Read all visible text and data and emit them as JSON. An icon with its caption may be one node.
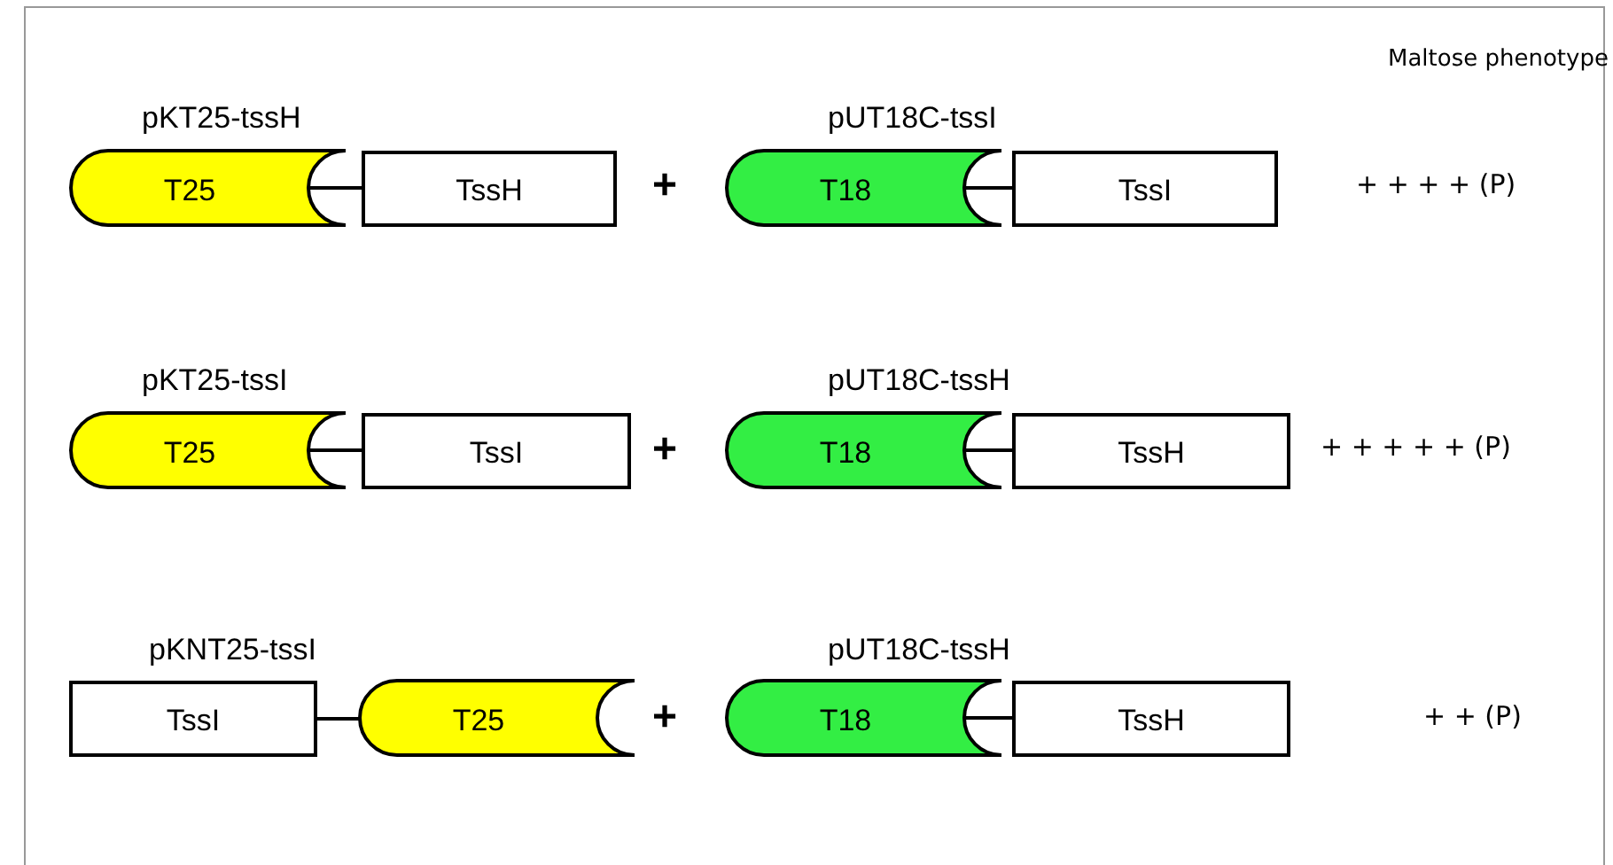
{
  "diagram": {
    "nodes": [
      {
        "text": [
          "T25"
        ]
      },
      {
        "text": [
          "TssH"
        ]
      },
      {
        "text": [
          "T18"
        ]
      },
      {
        "text": [
          "TssI"
        ]
      },
      {
        "text": [
          "T25"
        ]
      },
      {
        "text": [
          "TssI"
        ]
      },
      {
        "text": [
          "T18"
        ]
      },
      {
        "text": [
          "TssH"
        ]
      },
      {
        "text": [
          "TssI"
        ]
      },
      {
        "text": [
          "T25"
        ]
      },
      {
        "text": [
          "T18"
        ]
      },
      {
        "text": [
          "TssH"
        ]
      }
    ],
    "edges": [
      {
        "from": 0,
        "to": 1,
        "arrow": "none"
      },
      {
        "from": 2,
        "to": 3,
        "arrow": "none"
      },
      {
        "from": 4,
        "to": 5,
        "arrow": "none"
      },
      {
        "from": 6,
        "to": 7,
        "arrow": "none"
      },
      {
        "from": 8,
        "to": 9,
        "arrow": "none"
      },
      {
        "from": 10,
        "to": 11,
        "arrow": "none"
      }
    ],
    "labels": [
      "Maltose phenotype",
      "pKT25-tssH",
      "pUT18C-tssI",
      "+",
      "+ + + + (P)",
      "pKT25-tssI",
      "pUT18C-tssH",
      "+",
      "+ + + + + (P)",
      "pKNT25-tssI",
      "pUT18C-tssH",
      "+",
      "+ + (P)"
    ]
  }
}
